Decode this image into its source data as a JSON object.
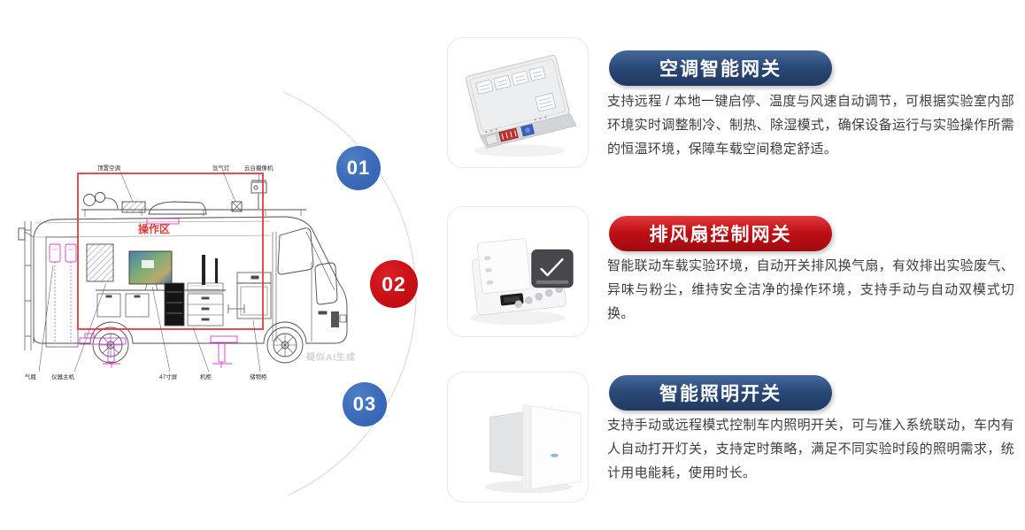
{
  "vehicle": {
    "operation_area_label": "操作区",
    "top_labels": [
      "顶置空调",
      "氙气灯",
      "云台摄像机"
    ],
    "bottom_labels": [
      "气瓶",
      "仪器主机",
      "47寸屏",
      "机柜",
      "储物柜"
    ],
    "watermark": "疑似AI生成"
  },
  "steps": [
    {
      "number": "01",
      "color": "#3a6ab8"
    },
    {
      "number": "02",
      "color": "#c60e13"
    },
    {
      "number": "03",
      "color": "#3a6ab8"
    }
  ],
  "colors": {
    "title_blue": "#2b4a78",
    "title_red": "#c01016",
    "operation_area_red": "#e23b3b",
    "outrigger_magenta": "#d43bd4",
    "arc_gray": "#dfdfdf"
  },
  "sections": [
    {
      "title": "空调智能网关",
      "description": "支持远程 / 本地一键启停、温度与风速自动调节，可根据实验室内部环境实时调整制冷、制热、除湿模式，确保设备运行与实验操作所需的恒温环境，保障车载空间稳定舒适。",
      "product": "air-conditioner-smart-gateway"
    },
    {
      "title": "排风扇控制网关",
      "description": "智能联动车载实验环境，自动开关排风换气扇，有效排出实验废气、异味与粉尘，维持安全洁净的操作环境，支持手动与自动双模式切换。",
      "product": "exhaust-fan-control-gateway"
    },
    {
      "title": "智能照明开关",
      "description": "支持手动或远程模式控制车内照明开关，可与准入系统联动，车内有人自动打开灯关，支持定时策略，满足不同实验时段的照明需求，统计用电能耗，使用时长。",
      "product": "smart-lighting-switch"
    }
  ]
}
